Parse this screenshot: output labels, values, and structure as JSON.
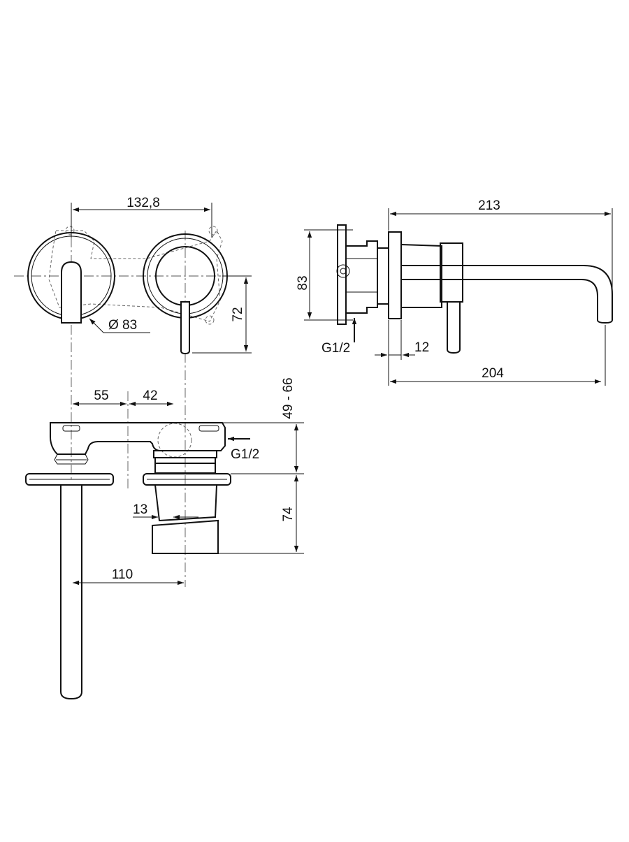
{
  "dimensions": {
    "front_width": "132,8",
    "escutcheon_diameter": "Ø 83",
    "lever_offset": "72",
    "side_height": "83",
    "side_depth_total": "213",
    "side_projection": "204",
    "side_plate": "12",
    "top_left": "55",
    "top_mid": "42",
    "top_range": "49 - 66",
    "top_body": "74",
    "top_small": "13",
    "top_spout": "110"
  },
  "labels": {
    "connection_side": "G1/2",
    "connection_top": "G1/2"
  },
  "colors": {
    "line": "#111111",
    "background": "#ffffff"
  }
}
